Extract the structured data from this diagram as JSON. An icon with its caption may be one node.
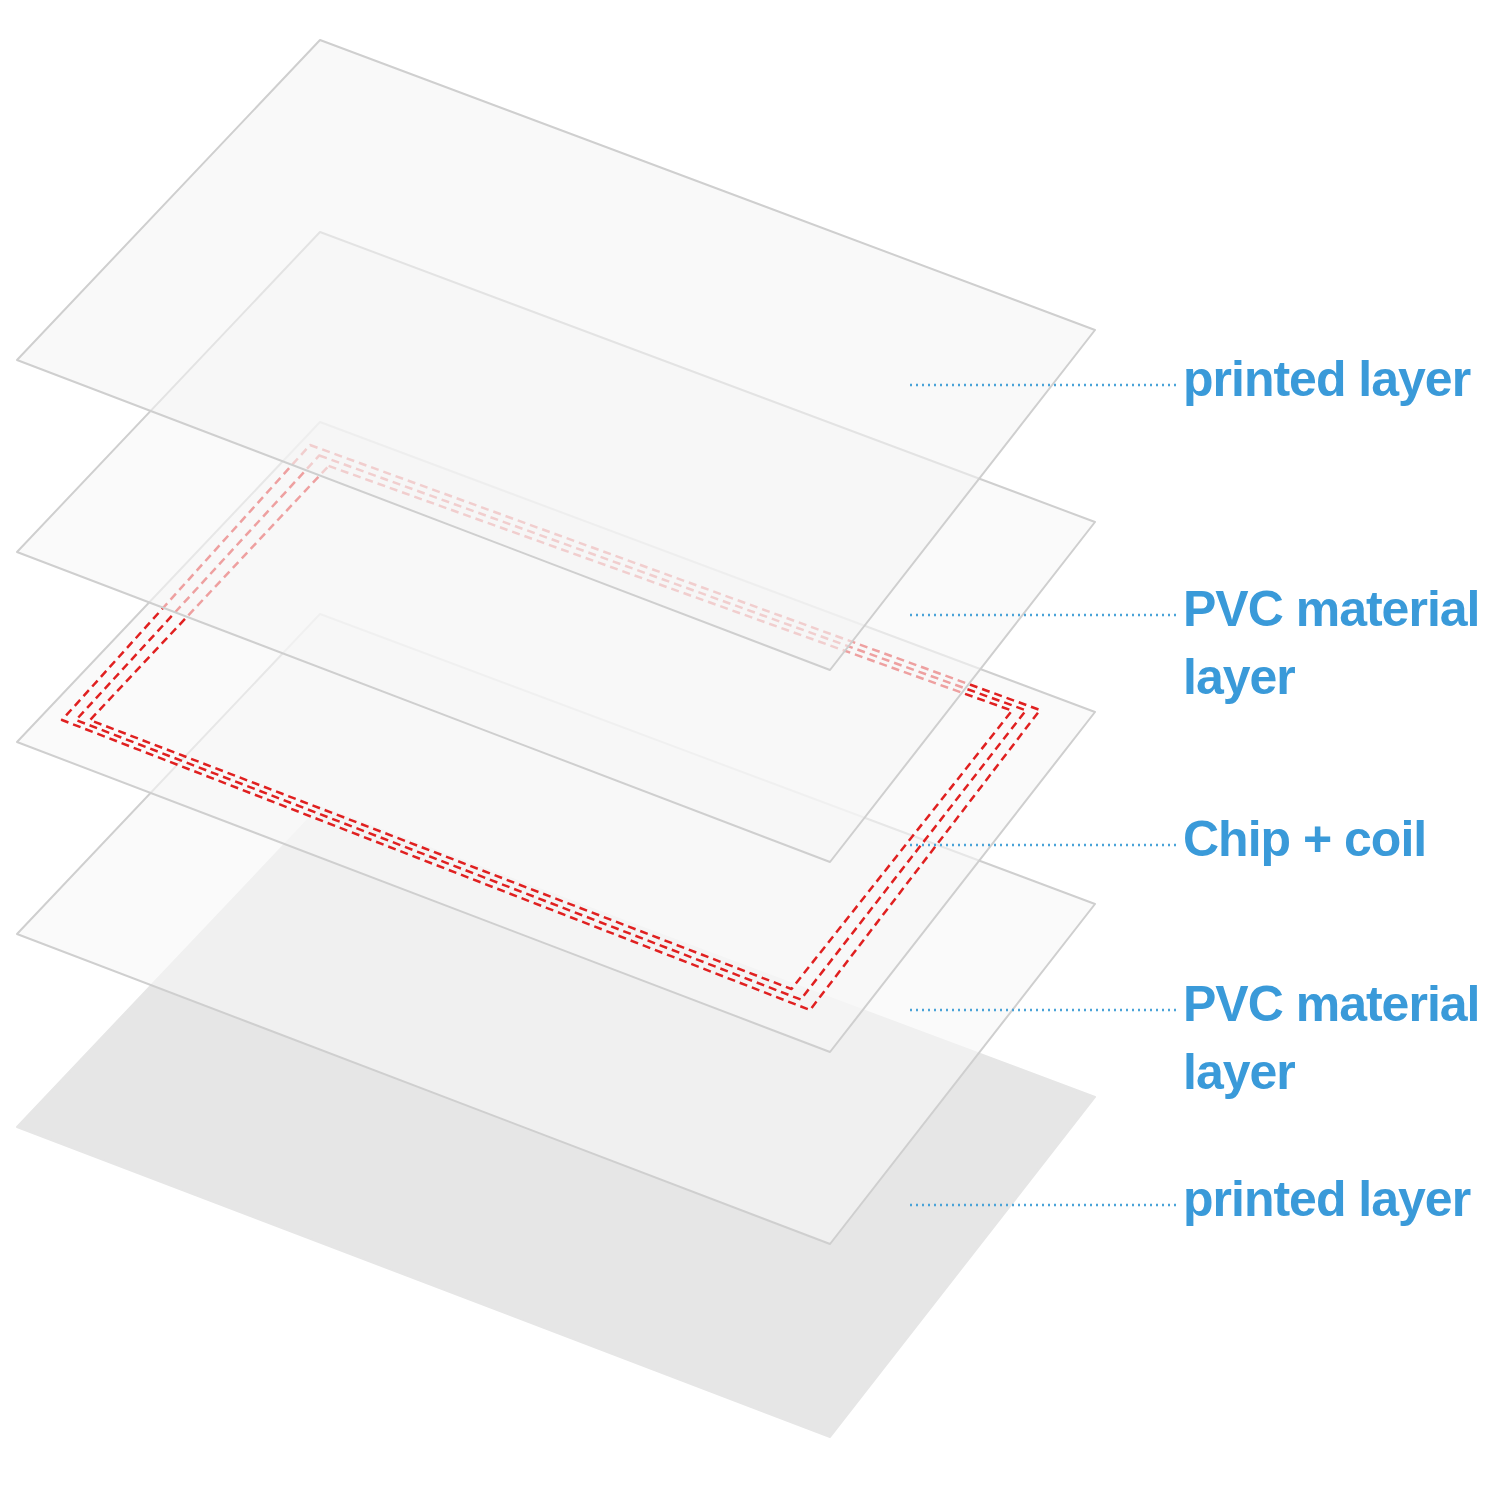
{
  "diagram": {
    "nodes": [
      {
        "text": [],
        "shape": "box"
      },
      {
        "text": [],
        "shape": "box"
      },
      {
        "text": [],
        "shape": "box"
      },
      {
        "text": [],
        "shape": "box"
      },
      {
        "text": [],
        "shape": "box"
      },
      {
        "text": [
          "printed layer"
        ]
      },
      {
        "text": [
          "PVC material layer"
        ]
      },
      {
        "text": [
          "Chip + coil"
        ]
      },
      {
        "text": [
          "PVC material layer"
        ]
      },
      {
        "text": [
          "printed layer"
        ]
      }
    ],
    "edges": [
      {
        "from": 5,
        "to": 0,
        "arrow": "none",
        "style": "dashed"
      },
      {
        "from": 6,
        "to": 1,
        "arrow": "none",
        "style": "dashed"
      },
      {
        "from": 7,
        "to": 2,
        "arrow": "none",
        "style": "dashed"
      },
      {
        "from": 8,
        "to": 3,
        "arrow": "none",
        "style": "dashed"
      },
      {
        "from": 9,
        "to": 4,
        "arrow": "none",
        "style": "dashed"
      }
    ]
  }
}
